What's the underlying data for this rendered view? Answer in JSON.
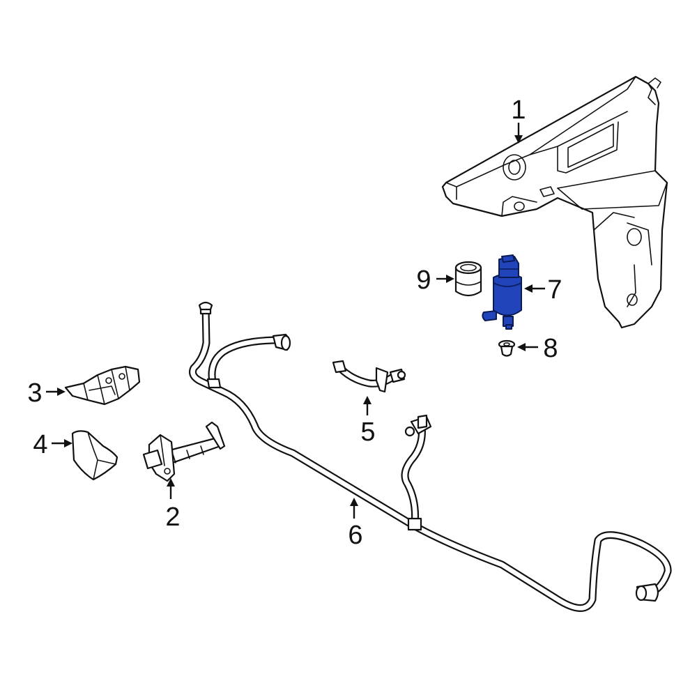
{
  "callouts": [
    {
      "id": "1",
      "label": "1",
      "part": "washer-reservoir"
    },
    {
      "id": "2",
      "label": "2",
      "part": "headlamp-washer-nozzle"
    },
    {
      "id": "3",
      "label": "3",
      "part": "nozzle-bracket"
    },
    {
      "id": "4",
      "label": "4",
      "part": "nozzle-cover"
    },
    {
      "id": "5",
      "label": "5",
      "part": "connector-hose"
    },
    {
      "id": "6",
      "label": "6",
      "part": "washer-hose"
    },
    {
      "id": "7",
      "label": "7",
      "part": "washer-pump",
      "highlighted": true
    },
    {
      "id": "8",
      "label": "8",
      "part": "grommet"
    },
    {
      "id": "9",
      "label": "9",
      "part": "pump-seal"
    }
  ],
  "colors": {
    "highlight": "#2244bb",
    "line": "#111111",
    "background": "#ffffff"
  }
}
